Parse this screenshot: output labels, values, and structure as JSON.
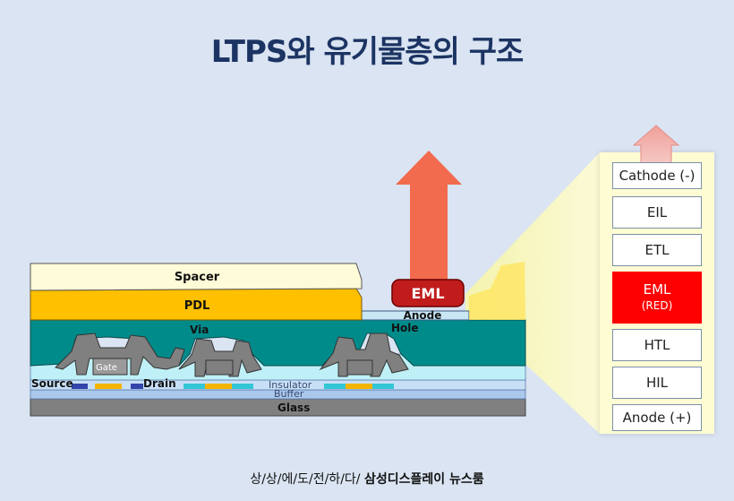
{
  "title": "LTPS와 유기물층의 구조",
  "footer": {
    "prefix": "상/상/에/도/전/하/다/",
    "brand": "삼성디스플레이 뉴스룸"
  },
  "cross_section": {
    "spacer": "Spacer",
    "pdl": "PDL",
    "eml": "EML",
    "anode": "Anode",
    "via": "Via",
    "hole": "Hole",
    "gate": "Gate",
    "source": "Source",
    "drain": "Drain",
    "insulator": "Insulator",
    "buffer": "Buffer",
    "glass": "Glass"
  },
  "oled_stack": {
    "cathode": "Cathode (-)",
    "eil": "EIL",
    "etl": "ETL",
    "eml": "EML",
    "eml_sub": "(RED)",
    "htl": "HTL",
    "hil": "HIL",
    "anode": "Anode (+)"
  },
  "colors": {
    "background": "#dae4f2",
    "title": "#1c3463",
    "pdl": "#ffc000",
    "via": "#008b8b",
    "eml_red": "#fe0000",
    "arrow": "#f26b4f",
    "glass": "#7f7f7f"
  }
}
